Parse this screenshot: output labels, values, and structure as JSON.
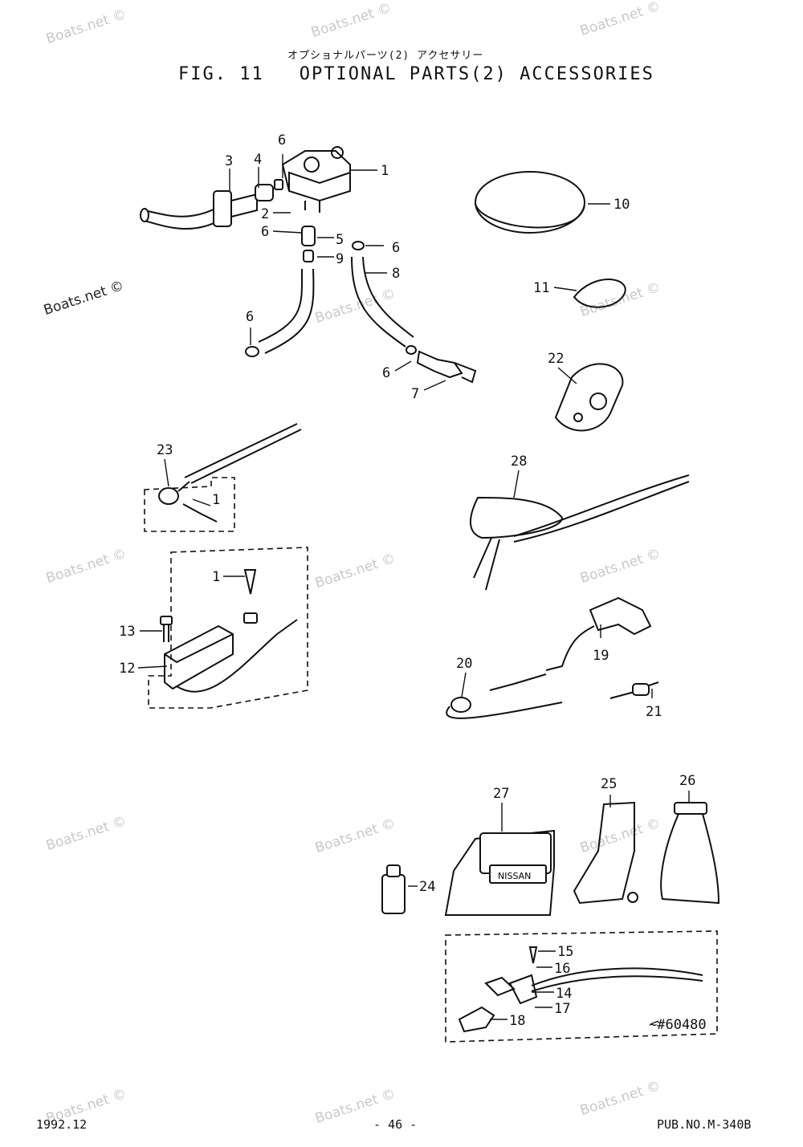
{
  "header": {
    "title_jp": "オプショナルパーツ(2) アクセサリー",
    "fig_label": "FIG. 11",
    "title": "OPTIONAL PARTS(2) ACCESSORIES"
  },
  "footer": {
    "date": "1992.12",
    "page": "- 46 -",
    "pub_no": "PUB.NO.M-340B"
  },
  "watermark": "Boats.net ©",
  "serial_note": "~#60480",
  "brand_tag": "NISSAN",
  "callouts": [
    {
      "id": "c1a",
      "label": "1"
    },
    {
      "id": "c2",
      "label": "2"
    },
    {
      "id": "c3",
      "label": "3"
    },
    {
      "id": "c4",
      "label": "4"
    },
    {
      "id": "c5",
      "label": "5"
    },
    {
      "id": "c6a",
      "label": "6"
    },
    {
      "id": "c6b",
      "label": "6"
    },
    {
      "id": "c6c",
      "label": "6"
    },
    {
      "id": "c6d",
      "label": "6"
    },
    {
      "id": "c6e",
      "label": "6"
    },
    {
      "id": "c7",
      "label": "7"
    },
    {
      "id": "c8",
      "label": "8"
    },
    {
      "id": "c9",
      "label": "9"
    },
    {
      "id": "c10",
      "label": "10"
    },
    {
      "id": "c11",
      "label": "11"
    },
    {
      "id": "c22",
      "label": "22"
    },
    {
      "id": "c23",
      "label": "23"
    },
    {
      "id": "c1b",
      "label": "1"
    },
    {
      "id": "c1c",
      "label": "1"
    },
    {
      "id": "c13",
      "label": "13"
    },
    {
      "id": "c12",
      "label": "12"
    },
    {
      "id": "c28",
      "label": "28"
    },
    {
      "id": "c19",
      "label": "19"
    },
    {
      "id": "c20",
      "label": "20"
    },
    {
      "id": "c21",
      "label": "21"
    },
    {
      "id": "c27",
      "label": "27"
    },
    {
      "id": "c25",
      "label": "25"
    },
    {
      "id": "c26",
      "label": "26"
    },
    {
      "id": "c24",
      "label": "24"
    },
    {
      "id": "c15",
      "label": "15"
    },
    {
      "id": "c16",
      "label": "16"
    },
    {
      "id": "c14",
      "label": "14"
    },
    {
      "id": "c17",
      "label": "17"
    },
    {
      "id": "c18",
      "label": "18"
    }
  ]
}
